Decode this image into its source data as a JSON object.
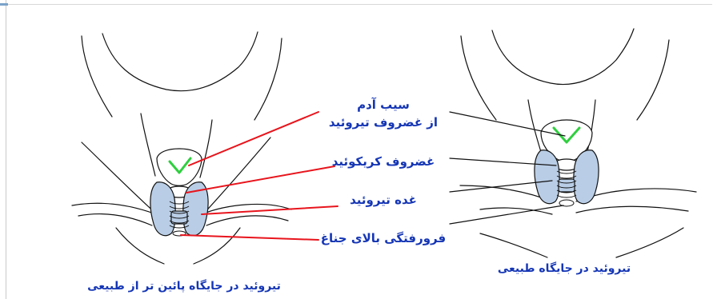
{
  "labels": {
    "adams_apple_line1": "سیب آدم",
    "adams_apple_line2": "از غضروف تیروئید",
    "cricoid_cartilage": "غضروف کریکوئید",
    "thyroid_gland": "غده تیروئید",
    "suprasternal_notch": "فرورفتگی بالای جناغ"
  },
  "captions": {
    "right_figure": "تیروئید در جایگاه طبیعی",
    "left_figure": "تیروئید در جایگاه پائین تر از طبیعی"
  },
  "colors": {
    "label_text": "#1536b5",
    "left_pointer": "#e8141c",
    "right_pointer": "#111111",
    "gland_fill": "#b9cde6",
    "adams_apple_mark": "#2fcf3f",
    "outline": "#111111"
  }
}
